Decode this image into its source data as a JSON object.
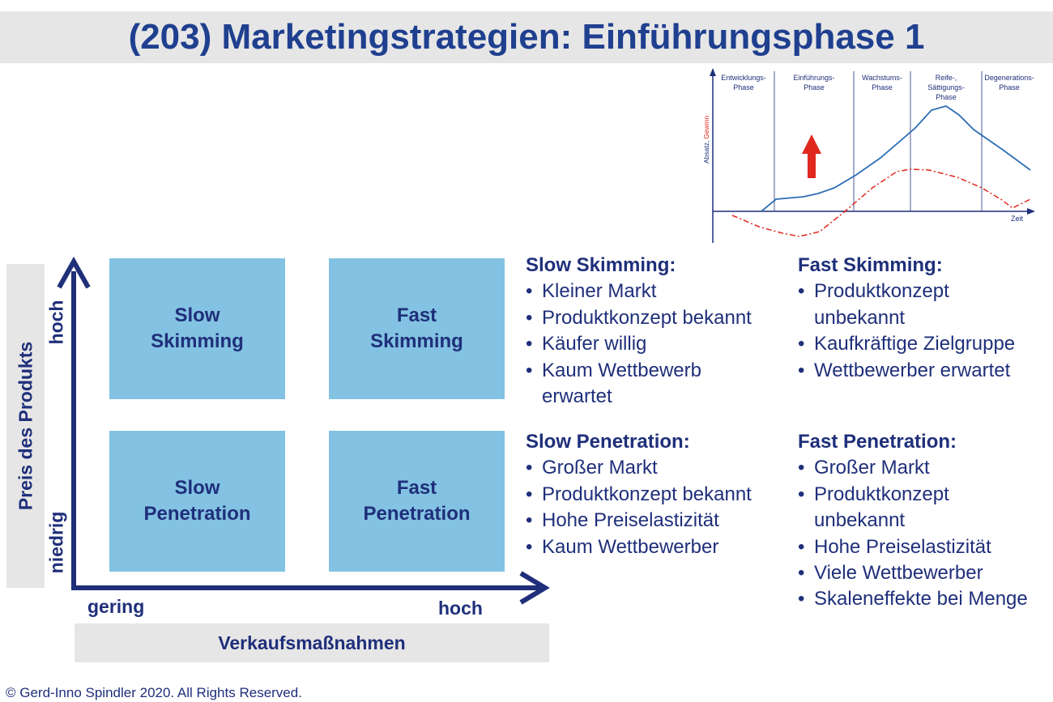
{
  "title": "(203) Marketingstrategien: Einführungsphase 1",
  "matrix": {
    "y_axis_label": "Preis des Produkts",
    "y_high": "hoch",
    "y_low": "niedrig",
    "x_axis_label": "Verkaufsmaßnahmen",
    "x_low": "gering",
    "x_high": "hoch",
    "cells": {
      "slow_skimming": [
        "Slow",
        "Skimming"
      ],
      "fast_skimming": [
        "Fast",
        "Skimming"
      ],
      "slow_penetration": [
        "Slow",
        "Penetration"
      ],
      "fast_penetration": [
        "Fast",
        "Penetration"
      ]
    }
  },
  "strategies": {
    "slow_skimming": {
      "heading": "Slow Skimming:",
      "bullets": [
        "Kleiner Markt",
        "Produktkonzept bekannt",
        "Käufer willig",
        "Kaum Wettbewerb erwartet"
      ]
    },
    "fast_skimming": {
      "heading": "Fast Skimming:",
      "bullets": [
        "Produktkonzept unbekannt",
        "Kaufkräftige Zielgruppe",
        "Wettbewerber erwartet"
      ]
    },
    "slow_penetration": {
      "heading": "Slow Penetration:",
      "bullets": [
        "Großer Markt",
        "Produktkonzept bekannt",
        "Hohe Preiselastizität",
        "Kaum Wettbewerber"
      ]
    },
    "fast_penetration": {
      "heading": "Fast Penetration:",
      "bullets": [
        "Großer Markt",
        "Produktkonzept unbekannt",
        "Hohe Preiselastizität",
        "Viele Wettbewerber",
        "Skaleneffekte bei Menge"
      ]
    }
  },
  "lifecycle": {
    "phases": [
      [
        "Entwicklungs-",
        "Phase"
      ],
      [
        "Einführungs-",
        "Phase"
      ],
      [
        "Wachstums-",
        "Phase"
      ],
      [
        "Reife-,",
        "Sättigungs-",
        "Phase"
      ],
      [
        "Degenerations-",
        "Phase"
      ]
    ],
    "y_label_sales": "Absatz,",
    "y_label_profit": "Gewinn",
    "x_label": "Zeit",
    "colors": {
      "sales": "#2e6db5",
      "profit": "#e0281e",
      "axis": "#1f2f7a",
      "arrow": "#e0281e"
    }
  },
  "copyright": "© Gerd-Inno Spindler 2020. All Rights Reserved."
}
